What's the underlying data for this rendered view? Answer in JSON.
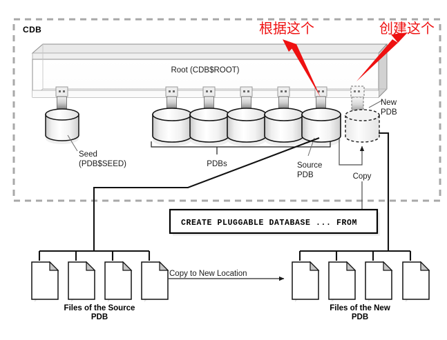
{
  "diagram": {
    "container_label": "CDB",
    "root_label": "Root (CDB$ROOT)",
    "seed_label_line1": "Seed",
    "seed_label_line2": "(PDB$SEED)",
    "pdbs_label": "PDBs",
    "source_pdb_label_line1": "Source",
    "source_pdb_label_line2": "PDB",
    "new_pdb_label_line1": "New",
    "new_pdb_label_line2": "PDB",
    "copy_label": "Copy",
    "sql_statement": "CREATE PLUGGABLE DATABASE ... FROM",
    "copy_to_new_location_label": "Copy to New Location",
    "source_files_label_line1": "Files of the Source",
    "source_files_label_line2": "PDB",
    "new_files_label_line1": "Files of the New",
    "new_files_label_line2": "PDB"
  },
  "annotations": {
    "source_annotation": "根据这个",
    "create_annotation": "创建这个",
    "color": "#ee1111"
  },
  "colors": {
    "container_border": "#9e9e9e",
    "box_fill": "#fbfbfb",
    "box_top_fill": "#ececec",
    "line": "#1a1a1a",
    "arrow_red": "#ee1111"
  },
  "pdb_count": 5,
  "source_file_count": 4,
  "new_file_count": 4
}
